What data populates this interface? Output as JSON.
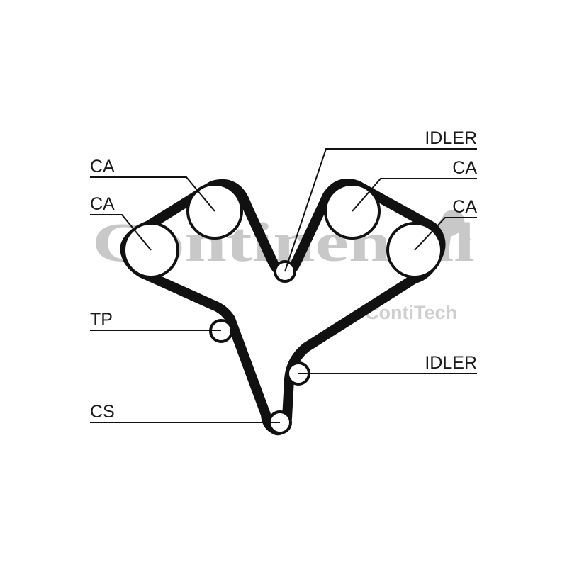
{
  "diagram": {
    "labels": {
      "ca_left_top": "CA",
      "ca_left_bottom": "CA",
      "tp": "TP",
      "cs": "CS",
      "idler_top": "IDLER",
      "ca_right_top": "CA",
      "ca_right_bottom": "CA",
      "idler_bottom": "IDLER"
    },
    "watermark": {
      "brand": "Continental",
      "sub_brand": "ContiTech"
    }
  },
  "colors": {
    "belt": "#111111",
    "pulley_fill": "#ffffff",
    "watermark": "#c8c8c8"
  }
}
